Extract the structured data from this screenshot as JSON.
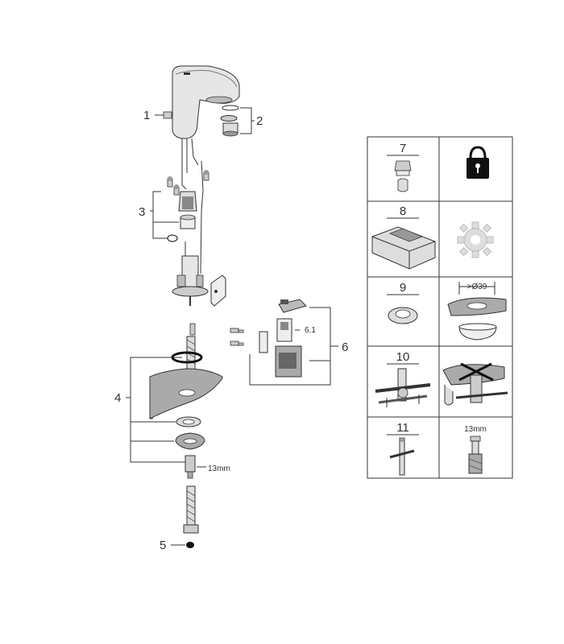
{
  "callouts": {
    "c1": "1",
    "c2": "2",
    "c3": "3",
    "c4": "4",
    "c5": "5",
    "c6": "6",
    "c6_1": "6.1",
    "dim_13mm": "13mm"
  },
  "grid": {
    "cells": [
      {
        "number": "7",
        "right_icon": "lock-icon"
      },
      {
        "number": "8",
        "right_icon": "gear-icon"
      },
      {
        "number": "9",
        "right_label": ">Ø39"
      },
      {
        "number": "10"
      },
      {
        "number": "11",
        "right_label": "13mm"
      }
    ]
  },
  "colors": {
    "line": "#333333",
    "part_fill": "#e6e6e6",
    "part_dark": "#9a9a9a",
    "black": "#111111"
  }
}
